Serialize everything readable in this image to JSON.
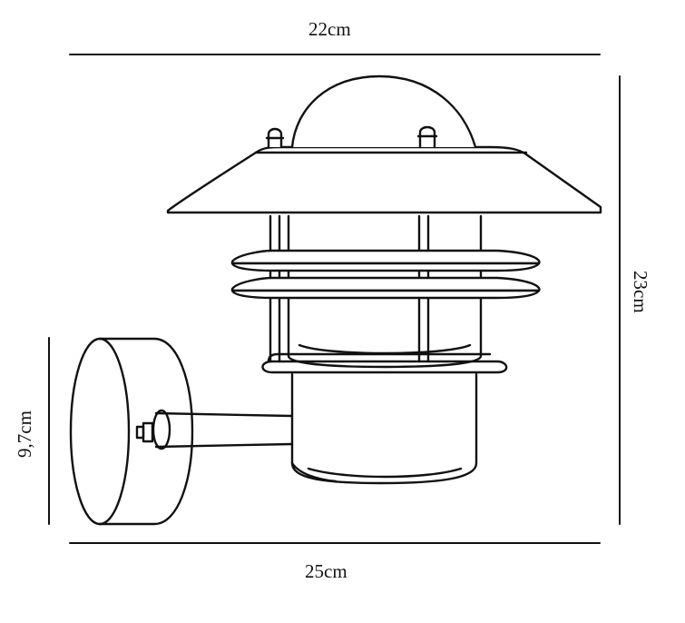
{
  "dimensions": {
    "top_width": "22cm",
    "bottom_width": "25cm",
    "height": "23cm",
    "bracket_height": "9,7cm"
  },
  "colors": {
    "line": "#111111",
    "background": "#ffffff"
  },
  "drawing": {
    "subject": "wall-lantern-line-drawing"
  }
}
